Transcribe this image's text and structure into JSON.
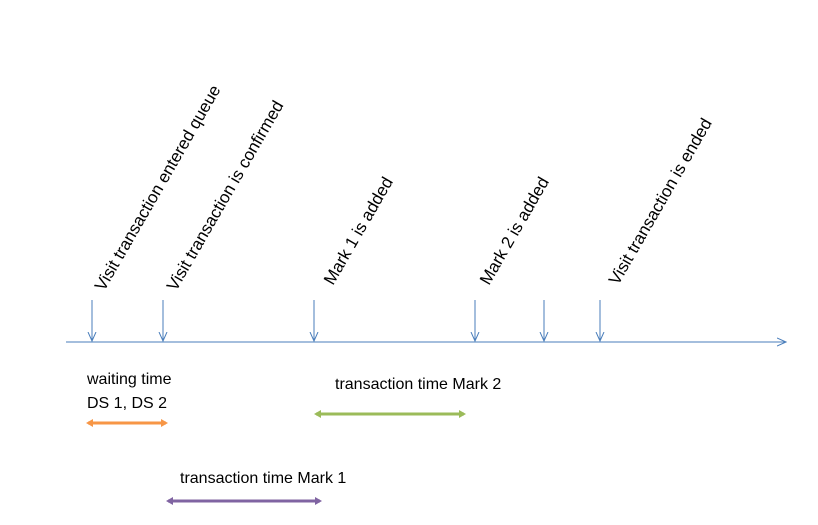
{
  "colors": {
    "timeline": "#4a7ebb",
    "background": "#ffffff",
    "text": "#000000"
  },
  "events": [
    {
      "label": "Visit transaction entered queue"
    },
    {
      "label": "Visit transaction is confirmed"
    },
    {
      "label": "Mark 1 is added"
    },
    {
      "label": "Mark 2 is added"
    },
    {
      "label": ""
    },
    {
      "label": "Visit transaction is ended"
    }
  ],
  "spans": {
    "waiting": {
      "line1": "waiting time",
      "line2": "DS 1, DS 2",
      "color": "#f79646"
    },
    "mark2": {
      "label": "transaction time Mark 2",
      "color": "#9bbb59"
    },
    "mark1": {
      "label": "transaction time Mark 1",
      "color": "#8064a2"
    }
  }
}
